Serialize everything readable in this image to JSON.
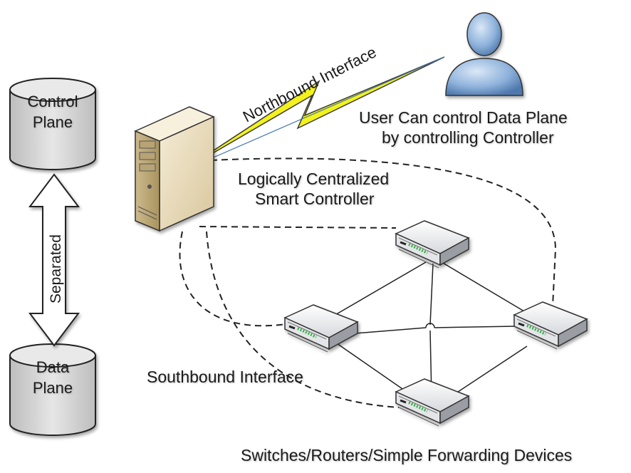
{
  "left_panel": {
    "control_plane": [
      "Control",
      "Plane"
    ],
    "data_plane": [
      "Data",
      "Plane"
    ],
    "separated": "Separated"
  },
  "labels": {
    "northbound": "Northbound Interface",
    "user_line1": "User Can control Data Plane",
    "user_line2": "by controlling Controller",
    "controller_line1": "Logically Centralized",
    "controller_line2": "Smart Controller",
    "southbound": "Southbound Interface",
    "devices": "Switches/Routers/Simple Forwarding Devices"
  },
  "icons": {
    "user": "user-icon",
    "server": "server-icon",
    "switch": "switch-icon",
    "lightning": "lightning-bolt-icon"
  },
  "colors": {
    "cylinder_fill": "#d7d7d7",
    "arrow_fill": "#ffffff",
    "bolt_fill": "#f3f21b",
    "server_fill": "#e8dcc0",
    "user_fill": "#8eb3dc",
    "switch_fill": "#e9eaec",
    "switch_led": "#38b44a"
  }
}
